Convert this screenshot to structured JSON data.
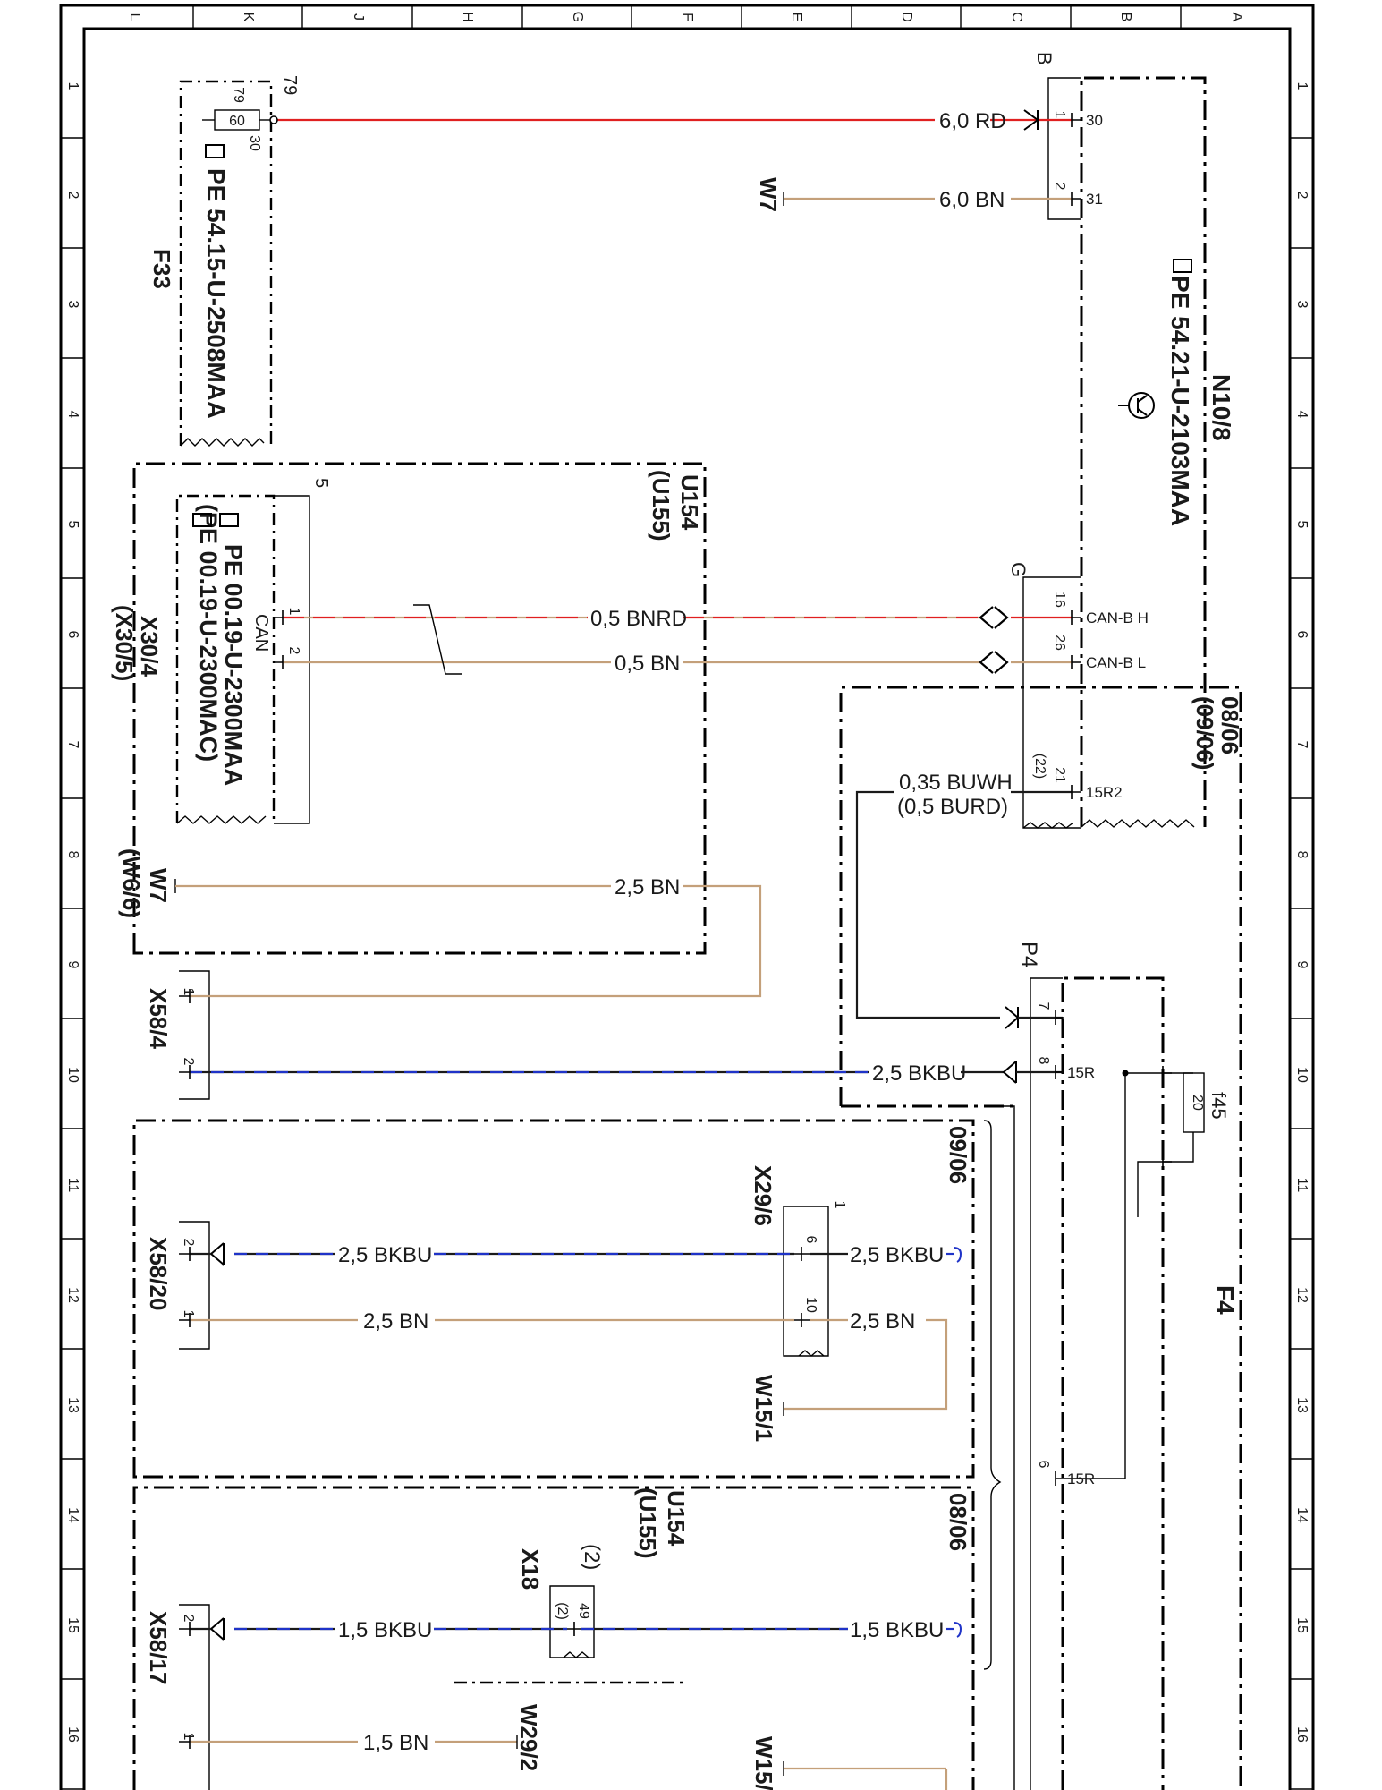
{
  "border": {
    "columns": [
      "L",
      "K",
      "J",
      "H",
      "G",
      "F",
      "E",
      "D",
      "C",
      "B",
      "A"
    ],
    "rows": [
      "1",
      "2",
      "3",
      "4",
      "5",
      "6",
      "7",
      "8",
      "9",
      "10",
      "11",
      "12",
      "13",
      "14",
      "15",
      "16"
    ]
  },
  "components": {
    "f33": {
      "name": "F33",
      "ref": "PE 54.15-U-2508MAA",
      "pin_top": "79",
      "pin_in": "79",
      "pin_out": "30",
      "fuse": "60"
    },
    "n10": {
      "name": "N10/8",
      "ref": "PE 54.21-U-2103MAA",
      "conn_b": "B",
      "conn_g": "G"
    },
    "u154": {
      "name": "U154",
      "name_alt": "(U155)"
    },
    "x30": {
      "name": "X30/4",
      "name_alt": "(X30/5)",
      "ref": "PE 00.19-U-2300MAA",
      "ref_alt": "(PE 00.19-U-2300MAC)",
      "bus": "CAN",
      "pin5": "5"
    },
    "w7a": {
      "name": "W7"
    },
    "w7b": {
      "name": "W7",
      "name_alt": "(W6/6)"
    },
    "x58_4": {
      "name": "X58/4"
    },
    "x58_20": {
      "name": "X58/20"
    },
    "x58_17": {
      "name": "X58/17"
    },
    "x29_6": {
      "name": "X29/6",
      "pin1": "1"
    },
    "x18": {
      "name": "X18",
      "alt": "(2)"
    },
    "w15_1": {
      "name": "W15/1"
    },
    "w15_2": {
      "name": "W15/"
    },
    "w29_2": {
      "name": "W29/2"
    },
    "p4": {
      "name": "P4"
    },
    "f4": {
      "name": "F4",
      "fuse_name": "f45",
      "fuse_value": "20"
    },
    "date_a": "08/06",
    "date_b": "(09/06)",
    "date_c": "09/06",
    "date_d": "08/06"
  },
  "pins": {
    "n10_1": "1",
    "n10_30": "30",
    "n10_2": "2",
    "n10_31": "31",
    "g16": "16",
    "g26": "26",
    "g21": "21",
    "g22": "(22)",
    "can_h": "CAN-B H",
    "can_l": "CAN-B L",
    "r15r2": "15R2",
    "x30_1": "1",
    "x30_2": "2",
    "x58_4_1": "1",
    "x58_4_2": "2",
    "x58_20_2": "2",
    "x58_20_1": "1",
    "x58_17_2": "2",
    "x58_17_1": "1",
    "x29_6": "6",
    "x29_10": "10",
    "x18_49": "49",
    "x18_2": "(2)",
    "p4_7": "7",
    "p4_8": "8",
    "p4_15r": "15R",
    "p4_6": "6",
    "p4_15r_b": "15R"
  },
  "wires": {
    "w_rd": "6,0 RD",
    "w_bn31": "6,0 BN",
    "w_bnrd": "0,5 BNRD",
    "w_bn05": "0,5 BN",
    "w_buwh": "0,35 BUWH",
    "w_burd": "(0,5 BURD)",
    "w_bn25": "2,5 BN",
    "w_bkbu_p4": "2,5 BKBU",
    "w_bkbu_l": "2,5 BKBU",
    "w_bkbu_r": "2,5 BKBU",
    "w_bn25_l": "2,5 BN",
    "w_bn25_r": "2,5 BN",
    "w_bkbu15_l": "1,5 BKBU",
    "w_bkbu15_r": "1,5 BKBU",
    "w_bn15": "1,5 BN"
  }
}
